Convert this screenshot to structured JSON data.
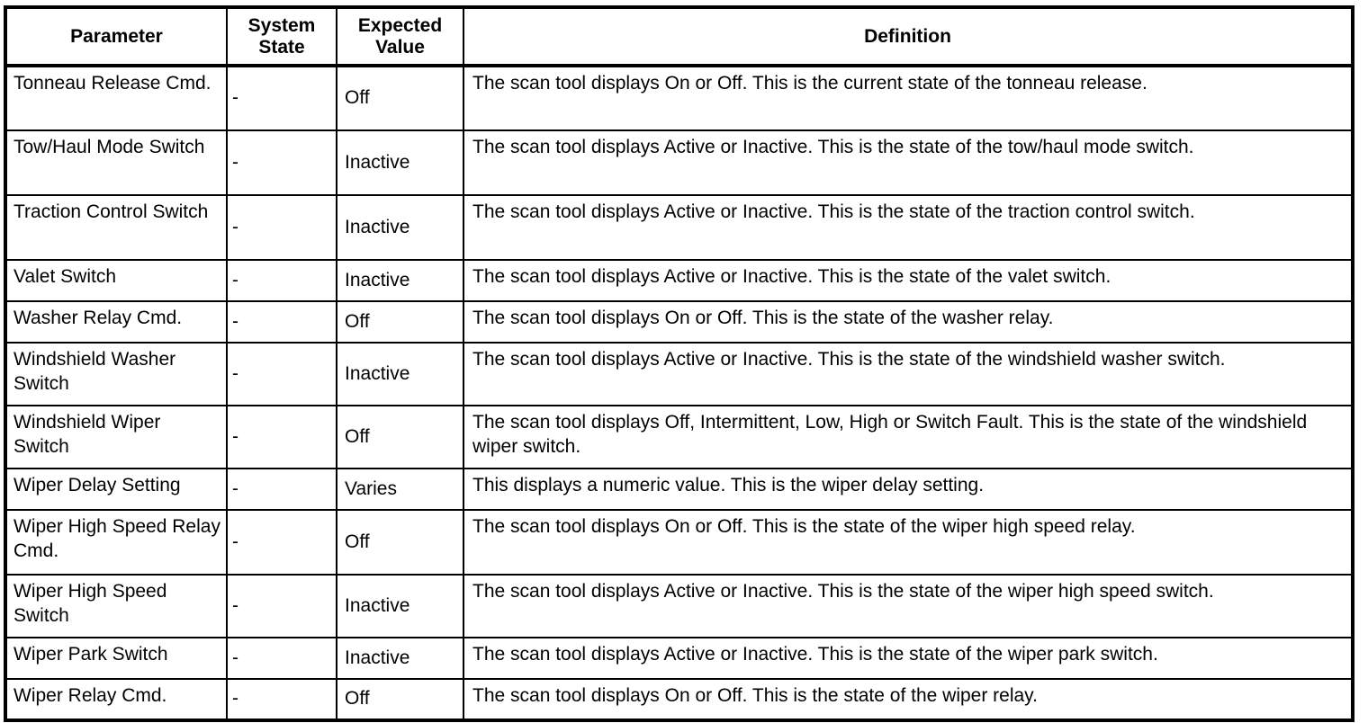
{
  "table": {
    "headers": [
      {
        "label": "Parameter",
        "name": "column-header-parameter"
      },
      {
        "label": "System\nState",
        "line1": "System",
        "line2": "State",
        "name": "column-header-system-state"
      },
      {
        "label": "Expected\nValue",
        "line1": "Expected",
        "line2": "Value",
        "name": "column-header-expected-value"
      },
      {
        "label": "Definition",
        "name": "column-header-definition"
      }
    ],
    "rows": [
      {
        "parameter": "Tonneau Release Cmd.",
        "system_state": "-",
        "expected_value": "Off",
        "definition": "The scan tool displays On or Off. This is the current state of the tonneau release."
      },
      {
        "parameter": "Tow/Haul Mode Switch",
        "system_state": "-",
        "expected_value": "Inactive",
        "definition": "The scan tool displays Active or Inactive. This is the state of the tow/haul mode switch."
      },
      {
        "parameter": "Traction Control Switch",
        "system_state": "-",
        "expected_value": "Inactive",
        "definition": "The scan tool displays Active or Inactive. This is the state of the traction control switch."
      },
      {
        "parameter": "Valet Switch",
        "system_state": "-",
        "expected_value": "Inactive",
        "definition": "The scan tool displays Active or Inactive. This is the state of the valet switch."
      },
      {
        "parameter": "Washer Relay Cmd.",
        "system_state": "-",
        "expected_value": "Off",
        "definition": "The scan tool displays On or Off. This is the state of the washer relay."
      },
      {
        "parameter": "Windshield Washer Switch",
        "system_state": "-",
        "expected_value": "Inactive",
        "definition": "The scan tool displays Active or Inactive. This is the state of the windshield washer switch."
      },
      {
        "parameter": "Windshield Wiper Switch",
        "system_state": "-",
        "expected_value": "Off",
        "definition": "The scan tool displays Off, Intermittent, Low, High or Switch Fault. This is the state of the windshield wiper switch."
      },
      {
        "parameter": "Wiper Delay Setting",
        "system_state": "-",
        "expected_value": "Varies",
        "definition": "This displays a numeric value. This is the wiper delay setting."
      },
      {
        "parameter": "Wiper High Speed Relay Cmd.",
        "system_state": "-",
        "expected_value": "Off",
        "definition": "The scan tool displays On or Off. This is the state of the wiper high speed relay."
      },
      {
        "parameter": "Wiper High Speed Switch",
        "system_state": "-",
        "expected_value": "Inactive",
        "definition": "The scan tool displays Active or Inactive. This is the state of the wiper high speed switch."
      },
      {
        "parameter": "Wiper Park Switch",
        "system_state": "-",
        "expected_value": "Inactive",
        "definition": "The scan tool displays Active or Inactive. This is the state of the wiper park switch."
      },
      {
        "parameter": "Wiper Relay Cmd.",
        "system_state": "-",
        "expected_value": "Off",
        "definition": "The scan tool displays On or Off. This is the state of the wiper relay."
      }
    ],
    "row_heights": [
      "tall",
      "tall",
      "tall",
      "short",
      "short",
      "mid",
      "mid",
      "short",
      "tall",
      "mid",
      "short",
      "short"
    ]
  },
  "colors": {
    "border": "#000000",
    "text": "#000000",
    "background": "#ffffff"
  }
}
